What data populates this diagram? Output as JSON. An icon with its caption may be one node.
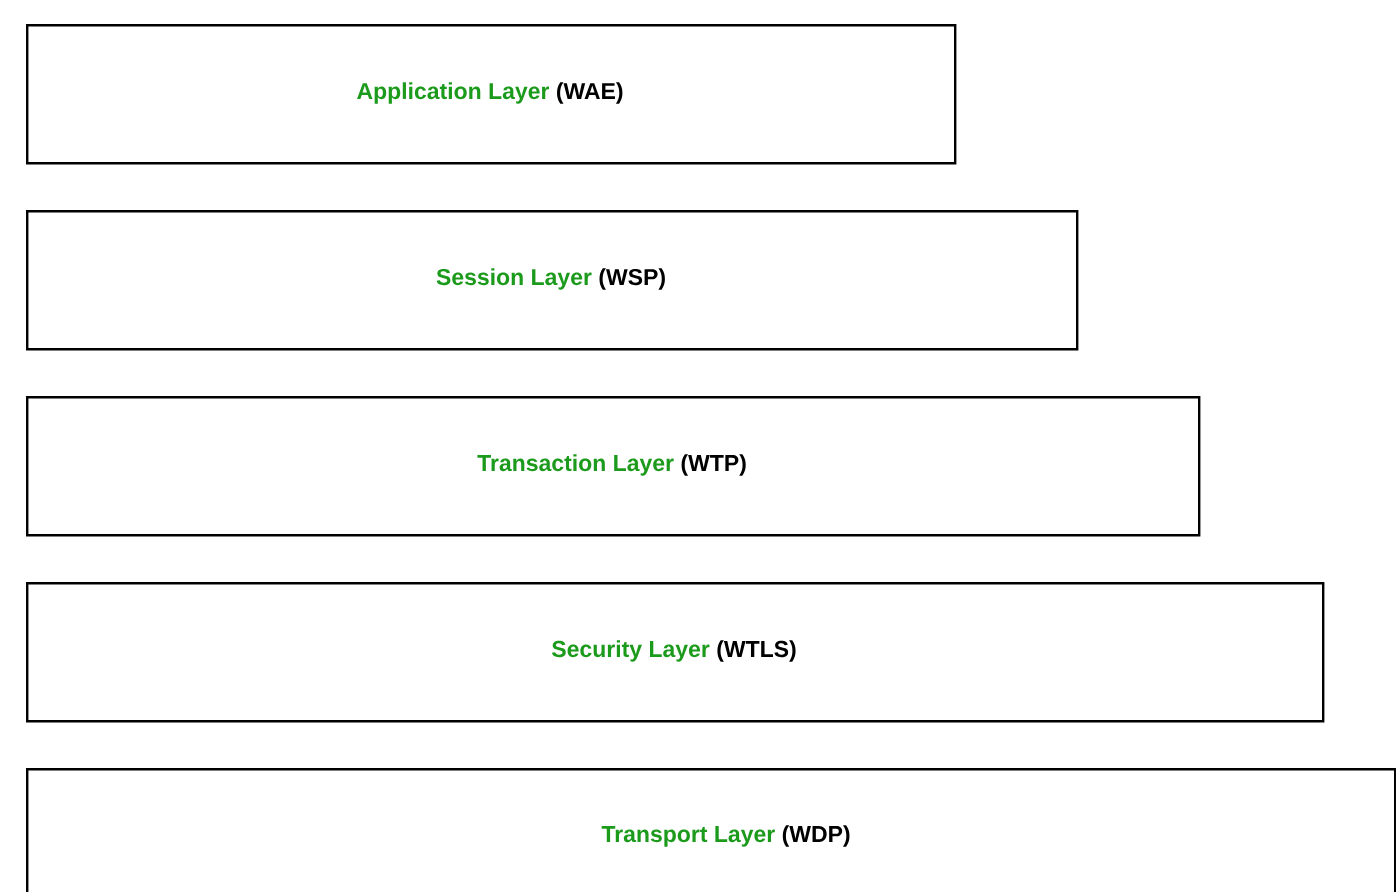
{
  "diagram": {
    "nodes": [
      {
        "text": [
          "Application Layer",
          "(WAE)"
        ]
      },
      {
        "text": [
          "Session Layer",
          "(WSP)"
        ]
      },
      {
        "text": [
          "Transaction Layer",
          "(WTP)"
        ]
      },
      {
        "text": [
          "Security Layer",
          "(WTLS)"
        ]
      },
      {
        "text": [
          "Transport Layer",
          "(WDP)"
        ]
      }
    ]
  }
}
